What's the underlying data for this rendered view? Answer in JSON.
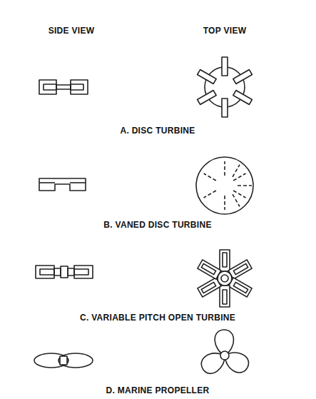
{
  "diagram": {
    "labels": [
      "SIDE VIEW",
      "TOP VIEW",
      "A. DISC TURBINE",
      "B. VANED DISC TURBINE",
      "C. VARIABLE PITCH OPEN TURBINE",
      "D. MARINE PROPELLER"
    ]
  }
}
